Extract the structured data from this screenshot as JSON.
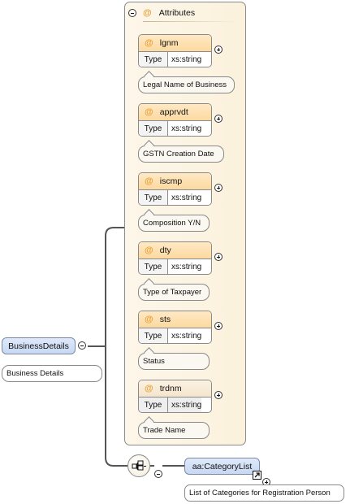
{
  "root_element": {
    "name": "BusinessDetails",
    "documentation": "Business Details"
  },
  "attributes_group": {
    "title": "Attributes",
    "items": [
      {
        "name": "lgnm",
        "type_label": "Type",
        "type": "xs:string",
        "documentation": "Legal Name of Business"
      },
      {
        "name": "apprvdt",
        "type_label": "Type",
        "type": "xs:string",
        "documentation": "GSTN Creation Date"
      },
      {
        "name": "iscmp",
        "type_label": "Type",
        "type": "xs:string",
        "documentation": "Composition Y/N"
      },
      {
        "name": "dty",
        "type_label": "Type",
        "type": "xs:string",
        "documentation": "Type of Taxpayer"
      },
      {
        "name": "sts",
        "type_label": "Type",
        "type": "xs:string",
        "documentation": "Status"
      },
      {
        "name": "trdnm",
        "type_label": "Type",
        "type": "xs:string",
        "documentation": "Trade Name"
      }
    ]
  },
  "child_element": {
    "name": "aa:CategoryList",
    "documentation": "List of Categories for Registration Person"
  },
  "colors": {
    "element_fill": "#c7d8f2",
    "attribute_header_fill": "#fcd9a0",
    "attribute_symbol": "#e8a13a",
    "group_fill": "#fbf1dc",
    "connector": "#555555"
  },
  "icons": {
    "attribute": "at-sign-icon",
    "sequence": "sequence-compositor-icon",
    "reference": "reference-link-icon",
    "expand": "plus-circle-icon",
    "collapse": "minus-circle-icon"
  }
}
